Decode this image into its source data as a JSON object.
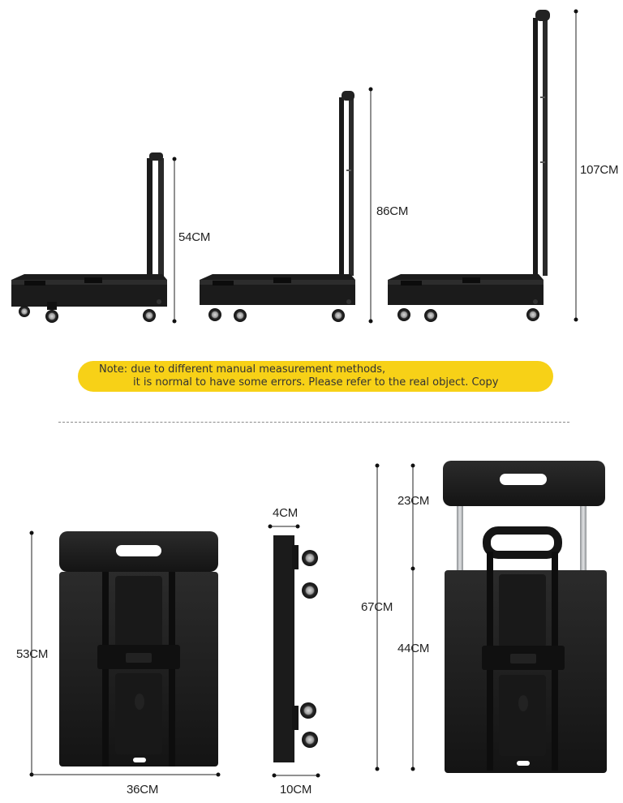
{
  "heights": {
    "low": "54CM",
    "mid": "86CM",
    "high": "107CM"
  },
  "note": {
    "line1": "Note: due to different manual measurement methods,",
    "line2": "it is normal to have some errors. Please refer to the real object. Copy"
  },
  "folded": {
    "front_height": "53CM",
    "front_width": "36CM",
    "side_thickness": "4CM",
    "side_width": "10CM",
    "extended_total": "67CM",
    "extended_handle": "23CM",
    "extended_body": "44CM"
  },
  "colors": {
    "plastic": "#1c1c1c",
    "note_bar": "#f7d117",
    "metal": "#b9bcbf"
  }
}
